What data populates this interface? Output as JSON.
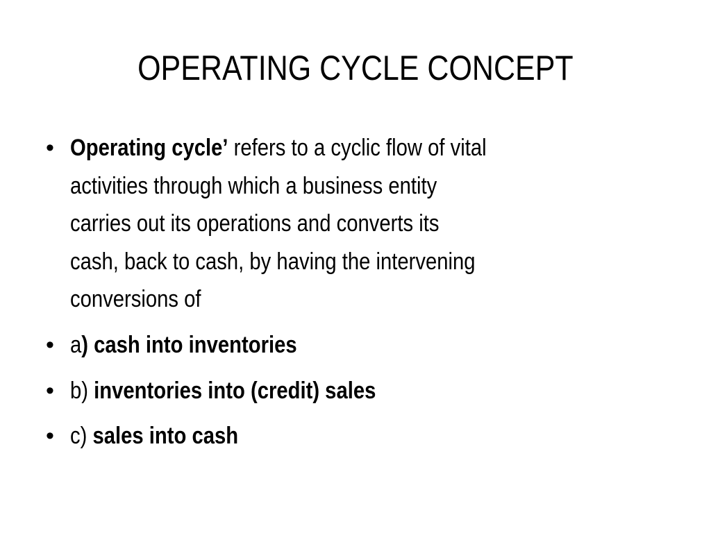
{
  "slide": {
    "title": "OPERATING CYCLE CONCEPT",
    "bullet_glyph": "•",
    "bullets": [
      {
        "term": "Operating cycle’",
        "lines": [
          " refers to a cyclic flow of vital",
          "activities through which a business entity",
          "carries out its operations and converts its",
          "cash, back to cash, by having the intervening",
          "conversions of"
        ]
      },
      {
        "prefix": "a",
        "bold_text": ") cash into inventories"
      },
      {
        "prefix": "b) ",
        "bold_text": "inventories into (credit) sales"
      },
      {
        "prefix": "c) ",
        "bold_text": "sales into cash"
      }
    ]
  }
}
